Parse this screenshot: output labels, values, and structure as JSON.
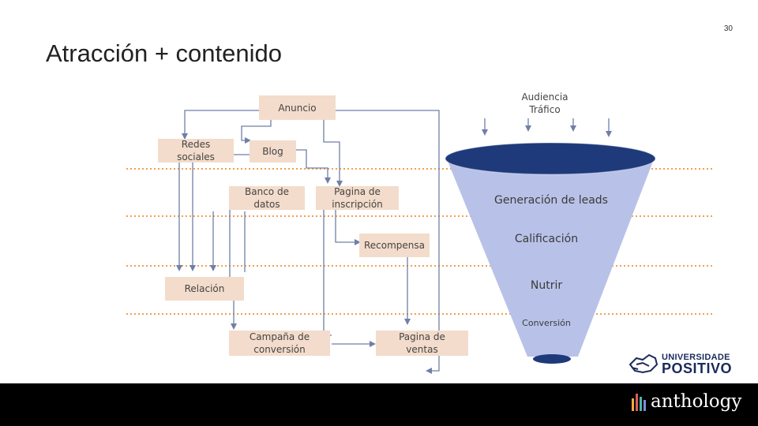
{
  "page_number": "30",
  "title": "Atracción + contenido",
  "flow": {
    "anuncio": "Anuncio",
    "redes_sociales_1": "Redes",
    "redes_sociales_2": "sociales",
    "blog": "Blog",
    "banco_datos_1": "Banco de",
    "banco_datos_2": "datos",
    "pagina_inscripcion_1": "Pagina de",
    "pagina_inscripcion_2": "inscripción",
    "recompensa": "Recompensa",
    "relacion": "Relación",
    "campana_1": "Campaña de",
    "campana_2": "conversión",
    "pagina_ventas_1": "Pagina de",
    "pagina_ventas_2": "ventas"
  },
  "funnel": {
    "audiencia": "Audiencia",
    "trafico": "Tráfico",
    "generacion": "Generación de leads",
    "calificacion": "Calificación",
    "nutrir": "Nutrir",
    "conversion": "Conversión"
  },
  "logos": {
    "universidad_1": "UNIVERSIDADE",
    "universidad_2": "POSITIVO",
    "anthology": "anthology"
  },
  "colors": {
    "box_fill": "#f3dccb",
    "funnel_top": "#1f3a7a",
    "funnel_body": "#b8c2e8",
    "dotted_lines": "#f0a050",
    "arrows": "#6f7fa8"
  }
}
